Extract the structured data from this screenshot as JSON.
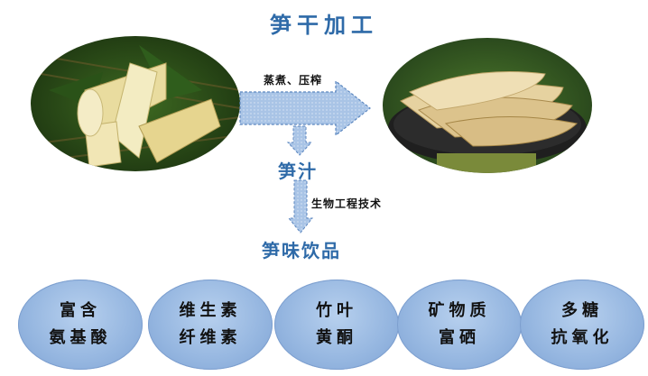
{
  "title": "笋干加工",
  "process_label": "蒸煮、压榨",
  "juice_label": "笋汁",
  "tech_label": "生物工程技术",
  "drink_label": "笋味饮品",
  "nutrients": [
    {
      "line1": "富含",
      "line2": "氨基酸"
    },
    {
      "line1": "维生素",
      "line2": "纤维素"
    },
    {
      "line1": "竹叶",
      "line2": "黄酮"
    },
    {
      "line1": "矿物质",
      "line2": "富硒"
    },
    {
      "line1": "多糖",
      "line2": "抗氧化"
    }
  ],
  "colors": {
    "title": "#2e6aa8",
    "arrow_fill": "#a9c4e6",
    "arrow_stroke": "#5b86bf",
    "bubble": "#95b6e0"
  }
}
